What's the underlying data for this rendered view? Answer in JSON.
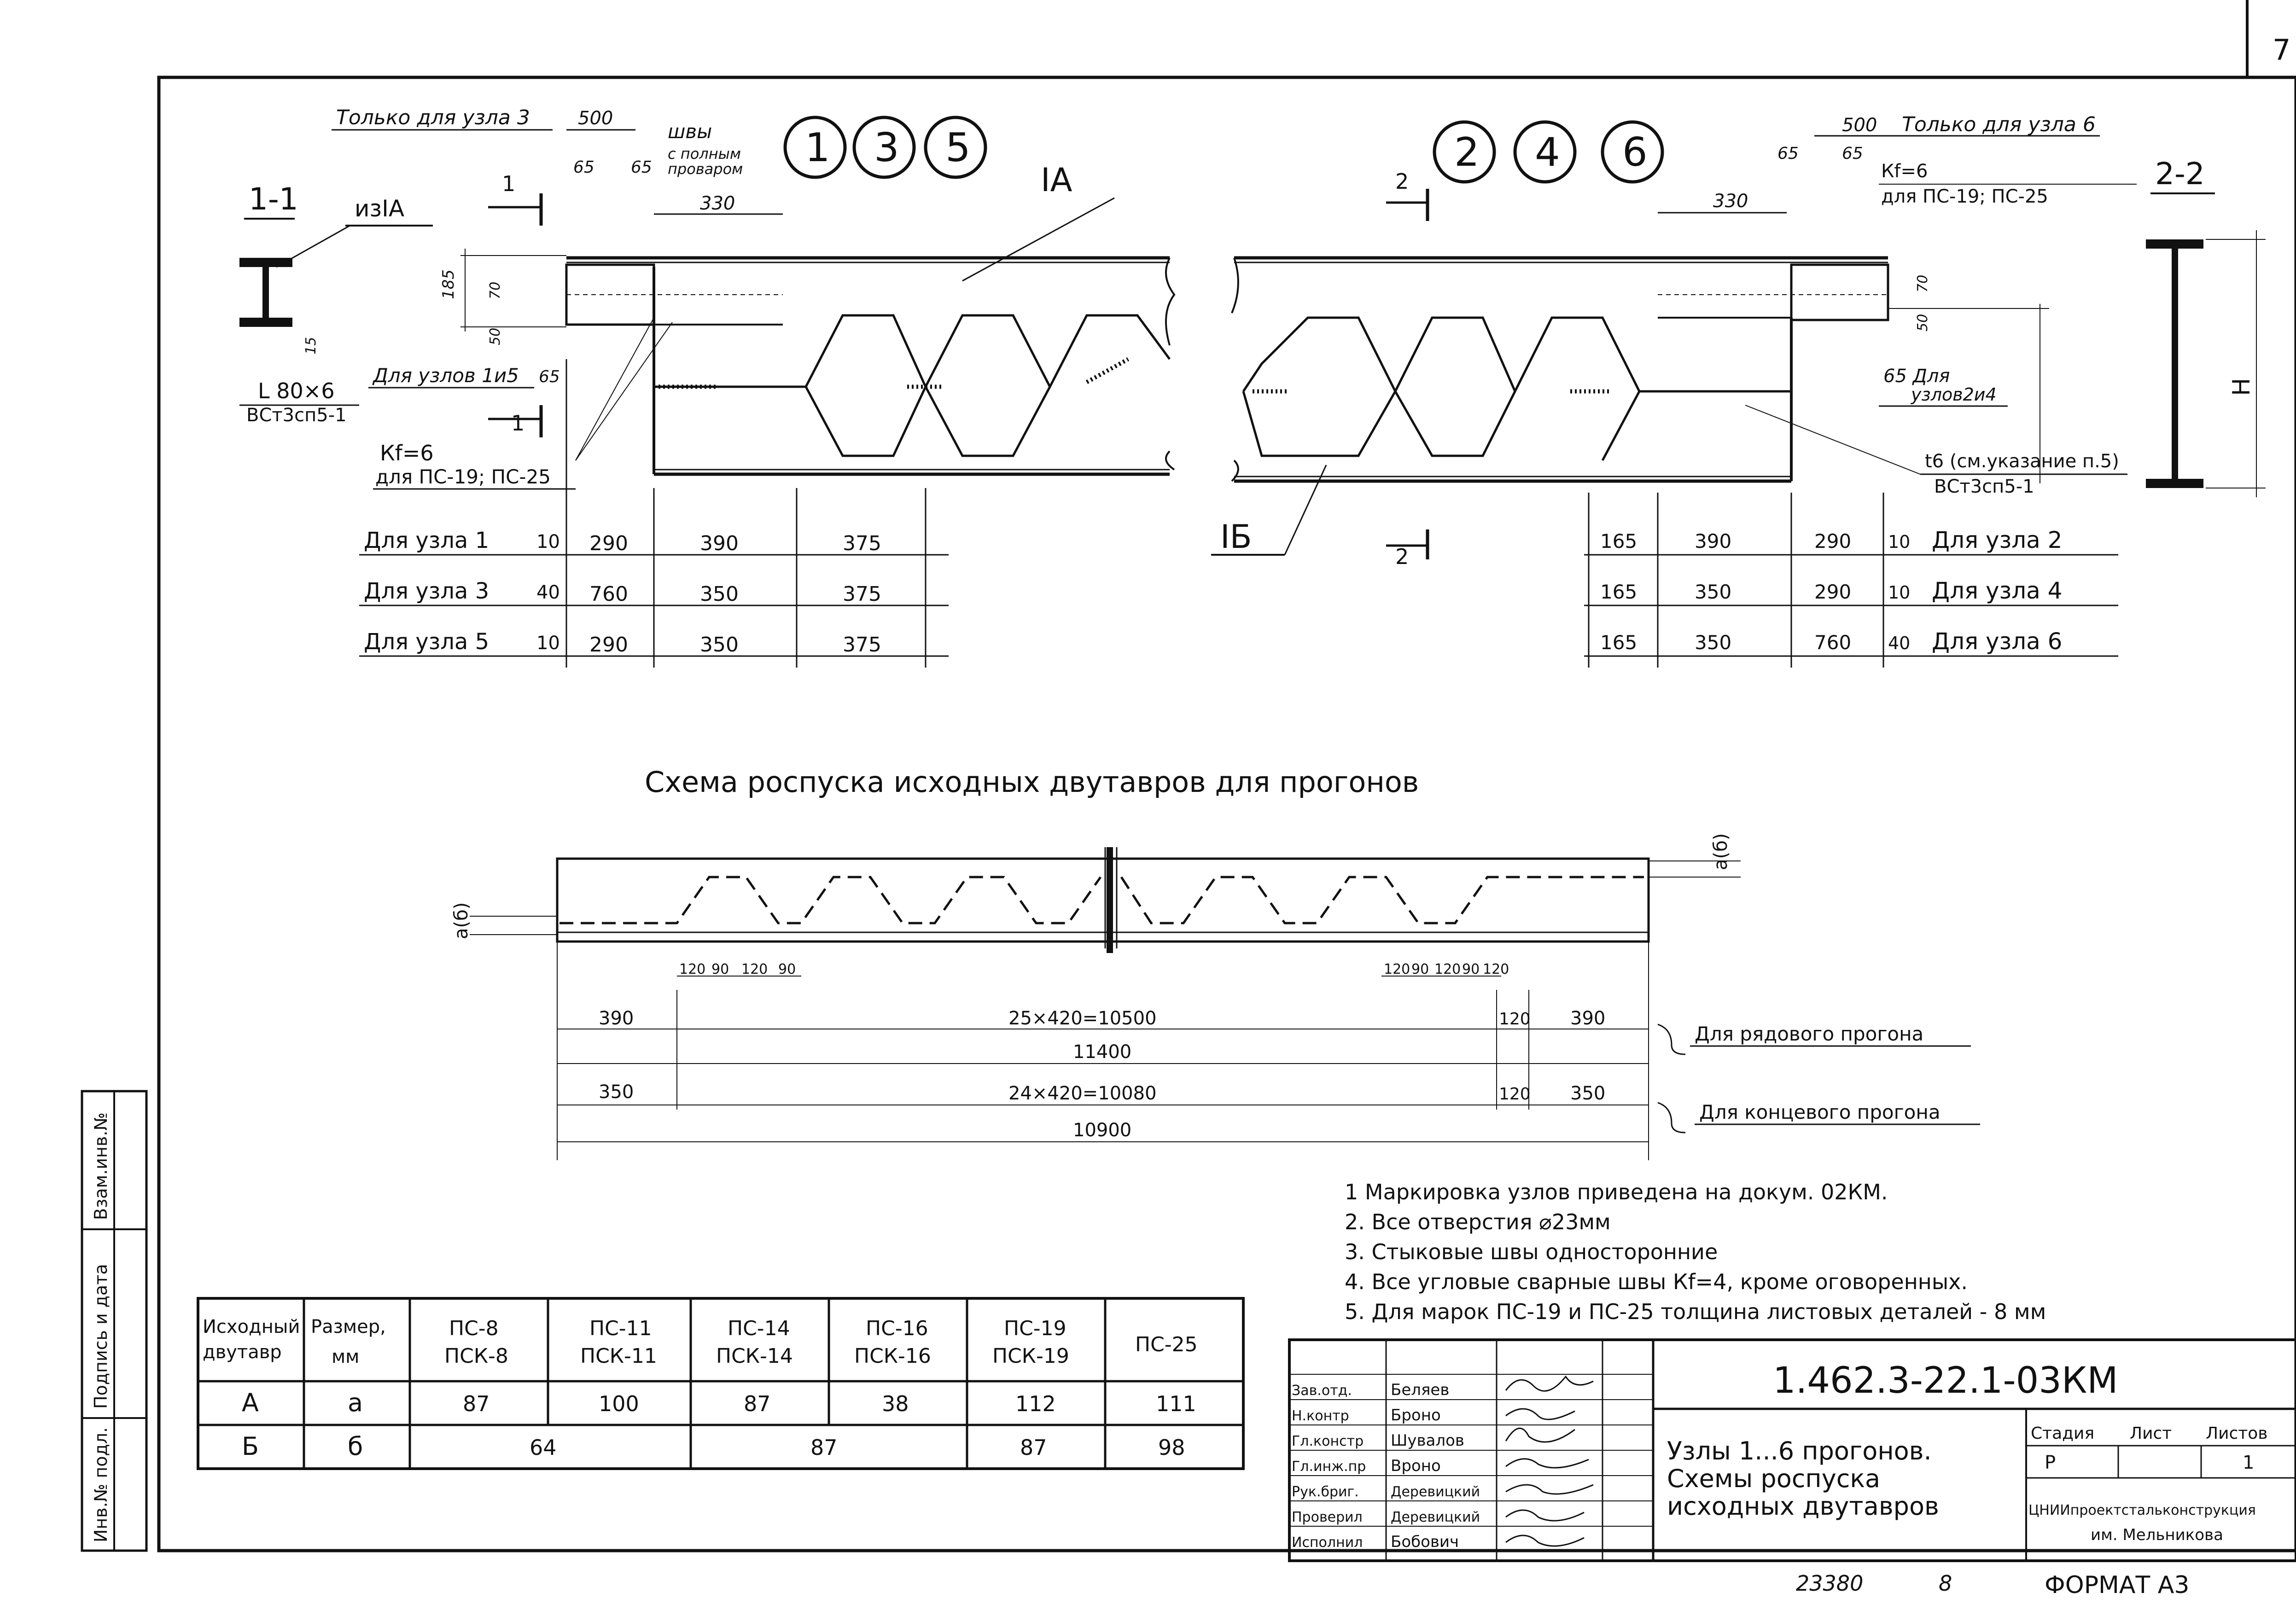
{
  "sheet": {
    "page_number": "7",
    "doc_code": "1.462.3-22.1-03КМ",
    "doc_ref": "23380",
    "doc_ref2": "8",
    "format": "ФОРМАТ А3"
  },
  "left_node": {
    "circles": [
      "1",
      "3",
      "5"
    ],
    "only_for_node": "Только для узла 3",
    "dim_500": "500",
    "dim_65a": "65",
    "dim_65b": "65",
    "weld_note_line1": "швы",
    "weld_note_line2": "с полным",
    "weld_note_line3": "проваром",
    "dim_330": "330",
    "label_IA": "IA",
    "section_1": "1",
    "section_11": "1-1",
    "from_IA": "изIA",
    "dim_185": "185",
    "dim_70": "70",
    "dim_50": "50",
    "dim_15": "15",
    "angle": "L 80×6",
    "steel_a": "ВСт3сп5-1",
    "for_nodes_1_5": "Для узлов 1и5",
    "dim_65c": "65",
    "kf6": "Кf=6",
    "for_ps": "для ПС-19; ПС-25",
    "rows": [
      {
        "label": "Для узла 1",
        "a": "10",
        "b": "290",
        "c": "390",
        "d": "375"
      },
      {
        "label": "Для узла 3",
        "a": "40",
        "b": "760",
        "c": "350",
        "d": "375"
      },
      {
        "label": "Для узла 5",
        "a": "10",
        "b": "290",
        "c": "350",
        "d": "375"
      }
    ]
  },
  "right_node": {
    "circles": [
      "2",
      "4",
      "6"
    ],
    "only_for_node": "Только для узла 6",
    "dim_500": "500",
    "dim_65a": "65",
    "dim_65b": "65",
    "kf6": "Кf=6",
    "for_ps": "для ПС-19; ПС-25",
    "dim_330": "330",
    "section_2": "2",
    "section_22": "2-2",
    "dim_50": "50",
    "dim_70": "70",
    "for_nodes_2_4": "65 Для",
    "for_nodes_2_4b": "узлов2и4",
    "plate": "t6 (см.указание п.5)",
    "steel_b": "ВСт3сп5-1",
    "label_IB": "IБ",
    "label_H": "Н",
    "rows": [
      {
        "a": "165",
        "b": "390",
        "c": "290",
        "d": "10",
        "label": "Для узла 2"
      },
      {
        "a": "165",
        "b": "350",
        "c": "290",
        "d": "10",
        "label": "Для узла 4"
      },
      {
        "a": "165",
        "b": "350",
        "c": "760",
        "d": "40",
        "label": "Для узла 6"
      }
    ]
  },
  "scheme": {
    "title": "Схема роспуска исходных двутавров для прогонов",
    "a_b_left": "а(б)",
    "a_b_right": "а(б)",
    "small_dims_left": [
      "120",
      "90",
      "120",
      "90"
    ],
    "small_dims_right": [
      "120",
      "90",
      "120",
      "90",
      "120"
    ],
    "row1": {
      "left": "390",
      "mid": "25×420=10500",
      "r1": "120",
      "r2": "390",
      "total": "11400",
      "note": "Для рядового прогона"
    },
    "row2": {
      "left": "350",
      "mid": "24×420=10080",
      "r1": "120",
      "r2": "350",
      "total": "10900",
      "note": "Для концевого прогона"
    }
  },
  "notes": [
    "1 Маркировка узлов приведена на докум. 02КМ.",
    "2. Все отверстия ⌀23мм",
    "3. Стыковые швы односторонние",
    "4. Все угловые сварные швы Кf=4, кроме оговоренных.",
    "5. Для марок ПС-19 и ПС-25 толщина листовых деталей - 8 мм"
  ],
  "table": {
    "headers": [
      [
        "Исходный",
        "двутавр"
      ],
      [
        "Размер,",
        "мм"
      ],
      [
        "ПС-8",
        "ПСК-8"
      ],
      [
        "ПС-11",
        "ПСК-11"
      ],
      [
        "ПС-14",
        "ПСК-14"
      ],
      [
        "ПС-16",
        "ПСК-16"
      ],
      [
        "ПС-19",
        "ПСК-19"
      ],
      [
        "ПС-25",
        ""
      ]
    ],
    "row_a": [
      "А",
      "а",
      "87",
      "100",
      "87",
      "38",
      "112",
      "111"
    ],
    "row_b": [
      "Б",
      "б",
      "64",
      "87",
      "87",
      "98"
    ]
  },
  "stamp": {
    "roles": [
      "Зав.отд.",
      "Н.контр",
      "Гл.констр",
      "Гл.инж.пр",
      "Рук.бриг.",
      "Проверил",
      "Исполнил"
    ],
    "names": [
      "Беляев",
      "Броно",
      "Шувалов",
      "Вроно",
      "Деревицкий",
      "Деревицкий",
      "Бобович"
    ],
    "title_lines": [
      "Узлы 1...6 прогонов.",
      "Схемы роспуска",
      "исходных двутавров"
    ],
    "stage_h": "Стадия",
    "sheet_h": "Лист",
    "sheets_h": "Листов",
    "stage": "Р",
    "sheets": "1",
    "org_lines": [
      "ЦНИИпроектстальконструкция",
      "им. Мельникова"
    ]
  },
  "side_stamp": [
    "Взам.инв.№",
    "Подпись и дата",
    "Инв.№ подл."
  ]
}
